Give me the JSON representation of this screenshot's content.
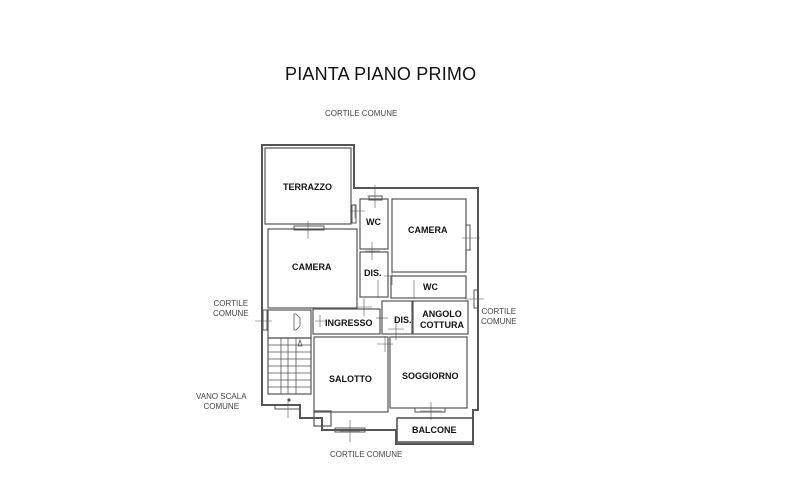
{
  "title": "PIANTA PIANO PRIMO",
  "labels": {
    "top": "CORTILE COMUNE",
    "bottom": "CORTILE COMUNE",
    "left": "CORTILE\nCOMUNE",
    "right": "CORTILE\nCOMUNE",
    "stair": "VANO SCALA\nCOMUNE"
  },
  "rooms": [
    {
      "name": "TERRAZZO"
    },
    {
      "name": "WC"
    },
    {
      "name": "CAMERA"
    },
    {
      "name": "CAMERA"
    },
    {
      "name": "DIS."
    },
    {
      "name": "WC"
    },
    {
      "name": "INGRESSO"
    },
    {
      "name": "DIS."
    },
    {
      "name": "ANGOLO\nCOTTURA"
    },
    {
      "name": "SALOTTO"
    },
    {
      "name": "SOGGIORNO"
    },
    {
      "name": "BALCONE"
    }
  ],
  "colors": {
    "wall": "#555555",
    "wall_fill": "#cfcfcf",
    "text": "#111111"
  }
}
